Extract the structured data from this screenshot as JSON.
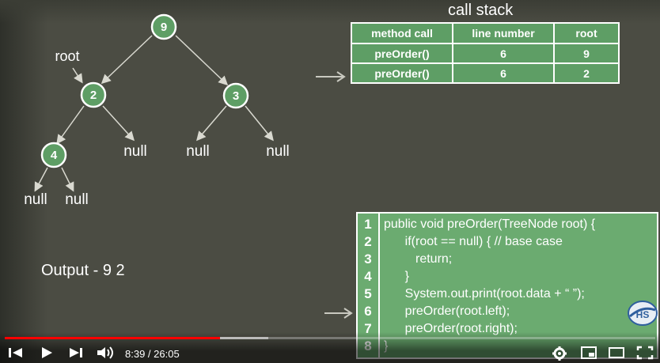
{
  "tree": {
    "nodes": [
      {
        "id": "n9",
        "label": "9"
      },
      {
        "id": "n2",
        "label": "2"
      },
      {
        "id": "n3",
        "label": "3"
      },
      {
        "id": "n4",
        "label": "4"
      }
    ],
    "null_labels": [
      "null",
      "null",
      "null",
      "null",
      "null"
    ],
    "root_pointer_label": "root",
    "node_color": "#5e9e65"
  },
  "call_stack": {
    "title": "call stack",
    "headers": [
      "method call",
      "line number",
      "root"
    ],
    "rows": [
      {
        "method": "preOrder()",
        "line": "6",
        "root": "9"
      },
      {
        "method": "preOrder()",
        "line": "6",
        "root": "2"
      }
    ]
  },
  "output": {
    "text": "Output - 9  2"
  },
  "code": {
    "line_numbers": [
      "1",
      "2",
      "3",
      "4",
      "5",
      "6",
      "7",
      "8"
    ],
    "lines": [
      "public void preOrder(TreeNode root) {",
      "      if(root == null) { // base case",
      "         return;",
      "      }",
      "      System.out.print(root.data + “ ”);",
      "      preOrder(root.left);",
      "      preOrder(root.right);",
      "}"
    ]
  },
  "logo": {
    "text": "HS"
  },
  "player": {
    "time_display": "8:39 / 26:05",
    "progress_fraction": 0.3315,
    "loaded_fraction": 0.405,
    "accent_color": "#ff0000",
    "icons": [
      "previous-icon",
      "play-icon",
      "next-icon",
      "volume-icon",
      "settings-icon",
      "miniplayer-icon",
      "theater-mode-icon",
      "fullscreen-icon"
    ]
  }
}
